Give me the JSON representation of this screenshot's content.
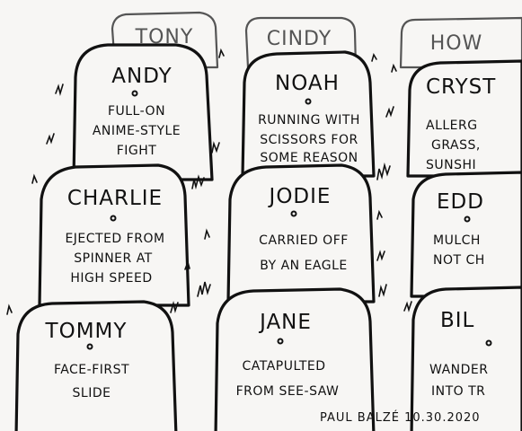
{
  "back_row": [
    {
      "id": "tony",
      "name": "TONY"
    },
    {
      "id": "cindy",
      "name": "CINDY"
    },
    {
      "id": "how",
      "name": "HOW"
    }
  ],
  "tombstones": [
    {
      "id": "andy",
      "name": "ANDY",
      "epitaph": [
        "FULL-ON",
        "ANIME-STYLE",
        "FIGHT"
      ]
    },
    {
      "id": "noah",
      "name": "NOAH",
      "epitaph": [
        "RUNNING WITH",
        "SCISSORS FOR",
        "SOME REASON"
      ]
    },
    {
      "id": "cryst",
      "name": "CRYST",
      "epitaph": [
        "ALLERG",
        "GRASS,",
        "SUNSHI"
      ]
    },
    {
      "id": "charlie",
      "name": "CHARLIE",
      "epitaph": [
        "EJECTED FROM",
        "SPINNER AT",
        "HIGH SPEED"
      ]
    },
    {
      "id": "jodie",
      "name": "JODIE",
      "epitaph": [
        "CARRIED OFF",
        "BY AN EAGLE"
      ]
    },
    {
      "id": "edd",
      "name": "EDD",
      "epitaph": [
        "MULCH",
        "NOT CH"
      ]
    },
    {
      "id": "tommy",
      "name": "TOMMY",
      "epitaph": [
        "FACE-FIRST",
        "SLIDE"
      ]
    },
    {
      "id": "jane",
      "name": "JANE",
      "epitaph": [
        "CATAPULTED",
        "FROM SEE-SAW"
      ]
    },
    {
      "id": "bil",
      "name": "BIL",
      "epitaph": [
        "WANDER",
        "INTO TR"
      ]
    }
  ],
  "signature": "PAUL BALZÉ 10.30.2020"
}
